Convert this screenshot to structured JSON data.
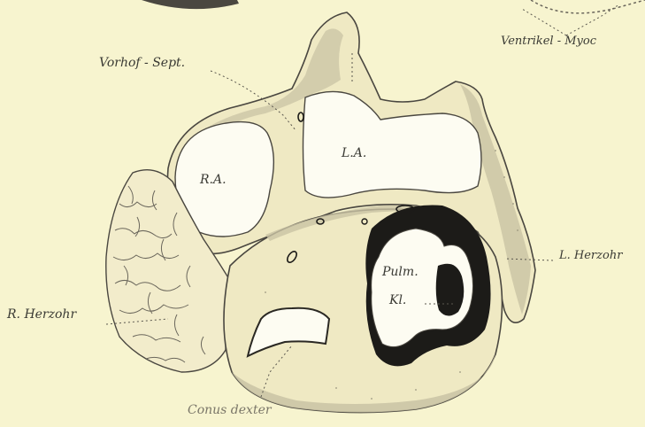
{
  "labels": {
    "vorhof_sept": "Vorhof - Sept.",
    "ventrikel_myoc": "Ventrikel - Myoc",
    "ra": "R.A.",
    "la": "L.A.",
    "l_herzohr": "L. Herzohr",
    "r_herzohr": "R. Herzohr",
    "pulm": "Pulm.",
    "kl": "Kl.",
    "conus_dexter": "Conus dexter"
  },
  "colors": {
    "background": "#f7f4cf",
    "tissue": "#efe9c3",
    "wall_shade": "#c9c3a4",
    "outline": "#4a4740",
    "dark_valve": "#1c1b18",
    "cavity": "#fdfcf2"
  }
}
